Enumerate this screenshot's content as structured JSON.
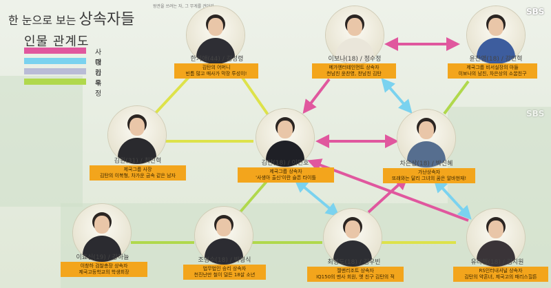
{
  "header": {
    "title_small": "한 눈으로 보는",
    "title_big": "상속자들",
    "subtitle_tiny": "왕관을 쓰려는 자, 그 무게를 견뎌라",
    "broadcaster": "SBS"
  },
  "legend": {
    "title": "인물 관계도",
    "items": [
      {
        "label": "사랑",
        "color": "#e0579e"
      },
      {
        "label": "대립",
        "color": "#7ad2ef"
      },
      {
        "label": "가족",
        "color": "#b9bcd6"
      },
      {
        "label": "우정",
        "color": "#b0d84c"
      }
    ]
  },
  "characters": [
    {
      "id": "han",
      "name": "한기애(44) / 김성령",
      "desc": [
        "김탄의 어머니",
        "빈틈 많고 매사가 막장 투성이!"
      ]
    },
    {
      "id": "lee",
      "name": "이보나(18) / 정수정",
      "desc": [
        "메가엔터테인먼트 상속자",
        "천남친 윤찬영, 찬남친 김탄"
      ]
    },
    {
      "id": "yoon",
      "name": "윤찬영(18) / 강민혁",
      "desc": [
        "제국그룹 비서실장의 아들",
        "이보나의 남친, 차은상의 소꿉친구"
      ]
    },
    {
      "id": "kimwon",
      "name": "김원(31) / 최진혁",
      "desc": [
        "제국그룹 사장",
        "김탄의 이복형, 차가운 금속 같은 남자"
      ]
    },
    {
      "id": "kimtan",
      "name": "김탄(18) / 이민호",
      "desc": [
        "제국그룹 상속자",
        "'사생아 출신'이란 슬픈 타이틀"
      ]
    },
    {
      "id": "cha",
      "name": "차은상(18) / 박신혜",
      "desc": [
        "가난상속자",
        "또래와는 달리 그녀의 꿈은 알바현재!"
      ]
    },
    {
      "id": "leehs",
      "name": "이효신(19) / 강하늘",
      "desc": [
        "이창하 검찰총장 상속자",
        "제국고등학교의 학생회장"
      ]
    },
    {
      "id": "jo",
      "name": "조명수(18) / 박형식",
      "desc": [
        "법무법인 승리 상속자",
        "천진난만 철이 덜든 18살 소년"
      ]
    },
    {
      "id": "choi",
      "name": "최영도(18) / 김우빈",
      "desc": [
        "젤맨리조트 상속자",
        "IQ150의 멘사 회원, 옛 친구 김탄의 적"
      ]
    },
    {
      "id": "yoo",
      "name": "유라헬(18) / 김지원",
      "desc": [
        "RS인터내셔널 상속자",
        "김탄의 약혼녀, 제국고의 패리스힐튼"
      ]
    }
  ]
}
